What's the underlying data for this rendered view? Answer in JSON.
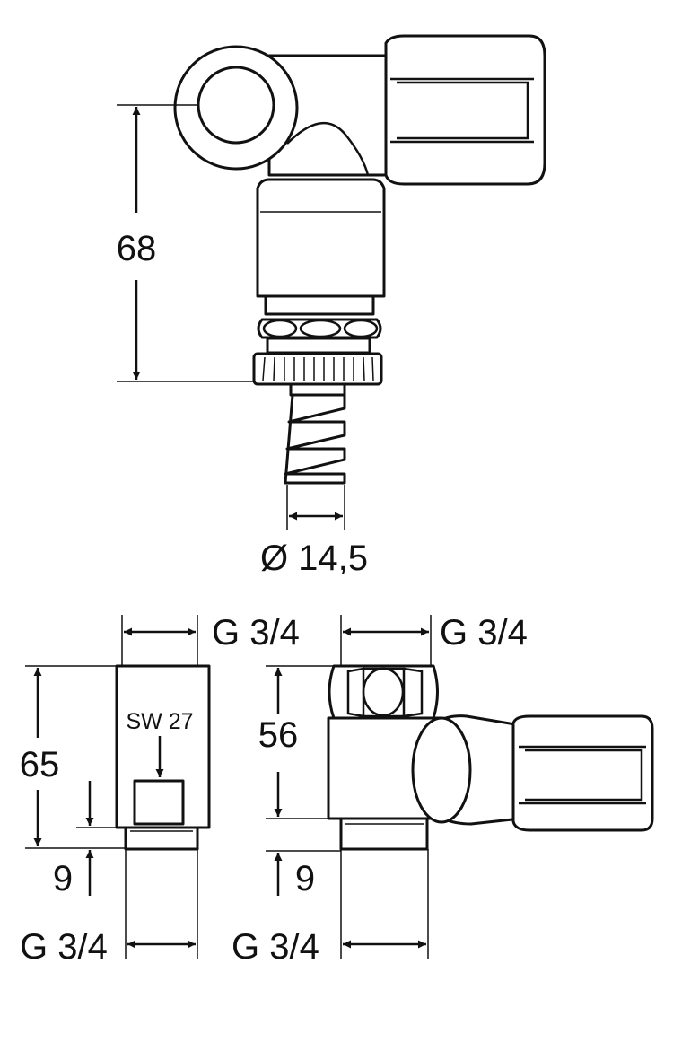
{
  "top_view": {
    "height_label": "68",
    "hose_diameter_label": "Ø 14,5"
  },
  "bottom_left": {
    "top_thread_label": "G 3/4",
    "wrench_size_label": "SW 27",
    "height_label": "65",
    "thread_length_label": "9",
    "bottom_thread_label": "G 3/4"
  },
  "bottom_right": {
    "top_thread_label": "G 3/4",
    "height_label": "56",
    "thread_length_label": "9",
    "bottom_thread_label": "G 3/4"
  },
  "colors": {
    "line": "#111111",
    "background": "#ffffff"
  }
}
